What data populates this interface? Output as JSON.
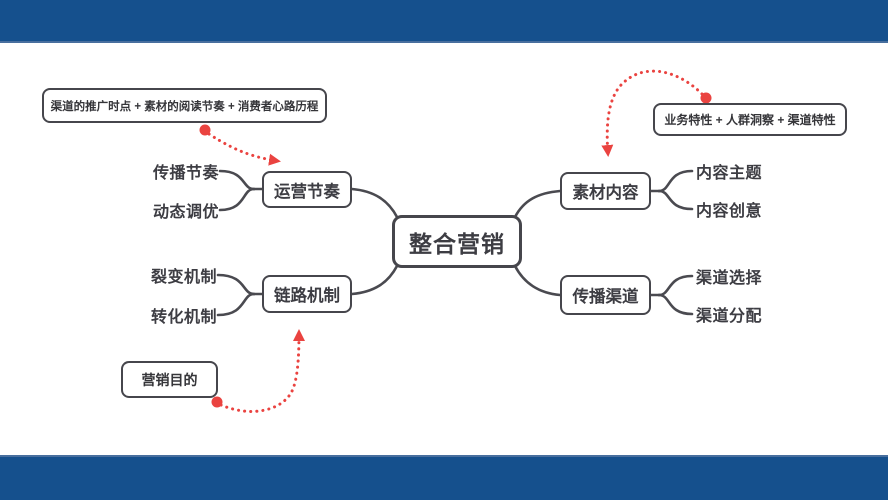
{
  "colors": {
    "frame_blue": "#15508d",
    "node_border": "#46464c",
    "connector_gray": "#4a4a50",
    "arrow_red": "#ea4340",
    "text_dark": "#3d3d43"
  },
  "root": {
    "label": "整合营销"
  },
  "branches": [
    {
      "label": "运营节奏",
      "children": [
        {
          "label": "传播节奏"
        },
        {
          "label": "动态调优"
        }
      ]
    },
    {
      "label": "链路机制",
      "children": [
        {
          "label": "裂变机制"
        },
        {
          "label": "转化机制"
        }
      ]
    },
    {
      "label": "素材内容",
      "children": [
        {
          "label": "内容主题"
        },
        {
          "label": "内容创意"
        }
      ]
    },
    {
      "label": "传播渠道",
      "children": [
        {
          "label": "渠道选择"
        },
        {
          "label": "渠道分配"
        }
      ]
    }
  ],
  "callouts": [
    {
      "label": "渠道的推广时点 + 素材的阅读节奏 + 消费者心路历程",
      "target": "运营节奏"
    },
    {
      "label": "业务特性 + 人群洞察 + 渠道特性",
      "target": "素材内容"
    },
    {
      "label": "营销目的",
      "target": "链路机制"
    }
  ]
}
